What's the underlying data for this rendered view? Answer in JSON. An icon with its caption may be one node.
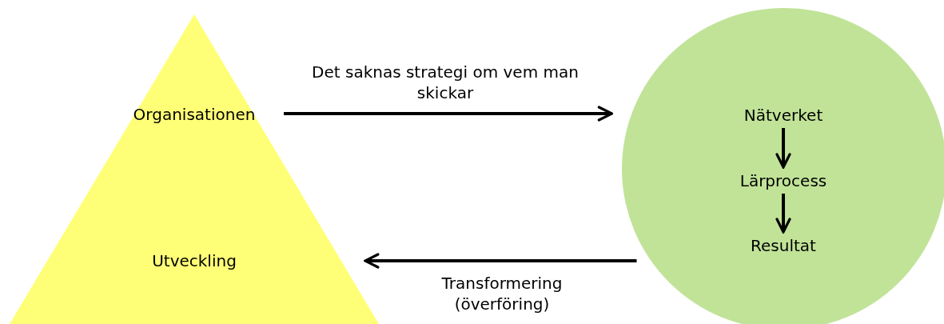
{
  "diagram": {
    "nodes": [
      {
        "text": [
          "Organisationen",
          "Utveckling"
        ]
      },
      {
        "text": [],
        "shape": "circle"
      },
      {
        "text": [
          "Nätverket"
        ],
        "in": 1
      },
      {
        "text": [
          "Lärprocess"
        ],
        "in": 1
      },
      {
        "text": [
          "Resultat"
        ],
        "in": 1
      }
    ],
    "edges": [
      {
        "from": 0,
        "to": 1,
        "arrow": "to",
        "label": "Det saknas strategi om vem man skickar"
      },
      {
        "from": 2,
        "to": 3,
        "arrow": "to"
      },
      {
        "from": 3,
        "to": 4,
        "arrow": "to"
      },
      {
        "from": 1,
        "to": 0,
        "arrow": "to",
        "label": "Transformering (överföring)"
      }
    ]
  }
}
